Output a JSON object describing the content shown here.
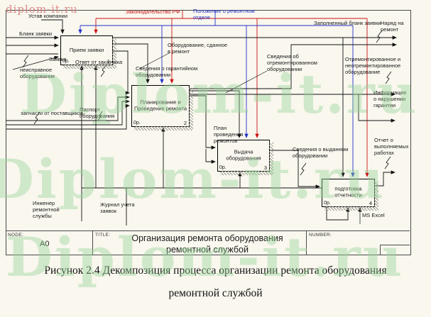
{
  "watermark": {
    "site": "Diplom-it.ru",
    "site_small": "diplom-it.ru"
  },
  "boxes": {
    "b1": {
      "name": "Прием заявки",
      "cost": "0р.",
      "num": "1"
    },
    "b2": {
      "name": "Планирование и Проведение ремонта",
      "cost": "0р.",
      "num": "2"
    },
    "b3": {
      "name": "Выдача оборудования",
      "cost": "0р.",
      "num": "3"
    },
    "b4": {
      "name": "подготовка отчетности",
      "cost": "0р.",
      "num": "4"
    }
  },
  "arrow_labels": {
    "ustav": "Устав компании",
    "blank_zayavki": "Бланк заявки",
    "zayavka": "Заявка",
    "otvet_zakazchika": "Ответ от заказчика",
    "neispravnoe": "неисправное оборудование",
    "zapchasti": "запчасти от поставщиков",
    "pasport": "Паспорт оборудования",
    "zakonodatelstvo": "Законодательство РФ",
    "polozhenie": "Положение о ремонтном отделе",
    "oborudovanie_sdannoe": "Оборудование, сданное в ремонт",
    "svedeniya_garantiynom": "Сведения о гарантийном оборудовании",
    "svedeniya_otremontirovannom": "Сведения об отремонтированном оборудовании",
    "zapolnenny_blank": "Заполненный бланк заявки",
    "naryad": "Наряд на ремонт",
    "otremontirovannoe": "Отремонтированное и неотремонтированное оборудование",
    "informaciya_garantii": "Информация о нарушении гарантии",
    "otchet_rabotah": "Отчет о выполняемых работах",
    "plan_remontov": "План проведения ремонтов",
    "svedeniya_vydannom": "Сведения о выданном оборудовании",
    "ms_excel": "MS Excel",
    "inzhener": "Инженер ремонтной службы",
    "zhurnal": "Журнал учета заявок"
  },
  "node_bar": {
    "node_label": "NODE:",
    "node_value": "A0",
    "title_label": "TITLE:",
    "title_value": "Организация ремонта оборудования ремонтной службой",
    "number_label": "NUMBER:"
  },
  "caption": {
    "line1": "Рисунок 2.4 Декомпозиция процесса организации ремонта оборудования",
    "line2": "ремонтной службой"
  },
  "colors": {
    "control_law": "#cc1111",
    "control_regulation": "#2233cc",
    "watermark_green": "#98d598",
    "watermark_pink": "#d87878"
  }
}
